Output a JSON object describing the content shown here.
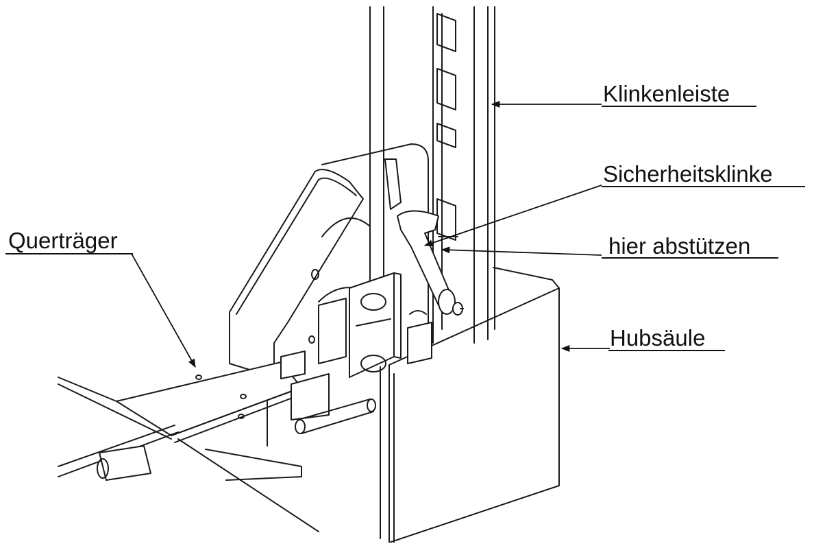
{
  "labels": {
    "klinkenleiste": "Klinkenleiste",
    "sicherheitsklinke": "Sicherheitsklinke",
    "hier_abstuetzen": "hier abstützen",
    "hubsaeule": "Hubsäule",
    "quertraeger": "Querträger"
  }
}
